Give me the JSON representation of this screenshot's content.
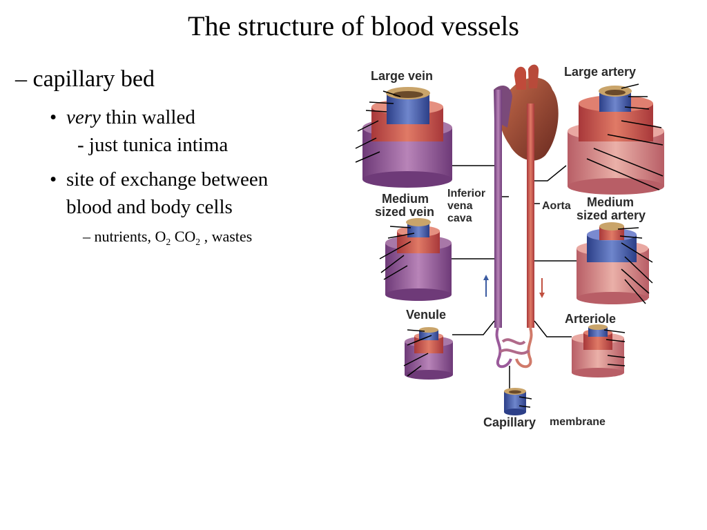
{
  "slide": {
    "title": "The structure of blood vessels",
    "heading": "capillary bed",
    "bullet1": {
      "italic": "very",
      "rest": " thin walled",
      "sub": "- just tunica intima"
    },
    "bullet2": {
      "line1": "site of exchange between",
      "line2": "blood and body cells"
    },
    "sub_bullet": {
      "a": "nutrients, O",
      "b": "2",
      "c": " CO",
      "d": "2",
      "e": " , wastes"
    }
  },
  "diagram": {
    "labels": {
      "large_vein": "Large vein",
      "large_artery": "Large artery",
      "medium_vein_1": "Medium",
      "medium_vein_2": "sized vein",
      "inferior_1": "Inferior",
      "inferior_2": "vena",
      "inferior_3": "cava",
      "aorta": "Aorta",
      "medium_artery_1": "Medium",
      "medium_artery_2": "sized artery",
      "venule": "Venule",
      "arteriole": "Arteriole",
      "capillary": "Capillary",
      "membrane": "membrane"
    },
    "colors": {
      "vein_purple": "#8a4a8a",
      "artery_red": "#c8605a",
      "intima_blue": "#3f55a6",
      "adventitia_pink": "#d98e8e"
    }
  }
}
